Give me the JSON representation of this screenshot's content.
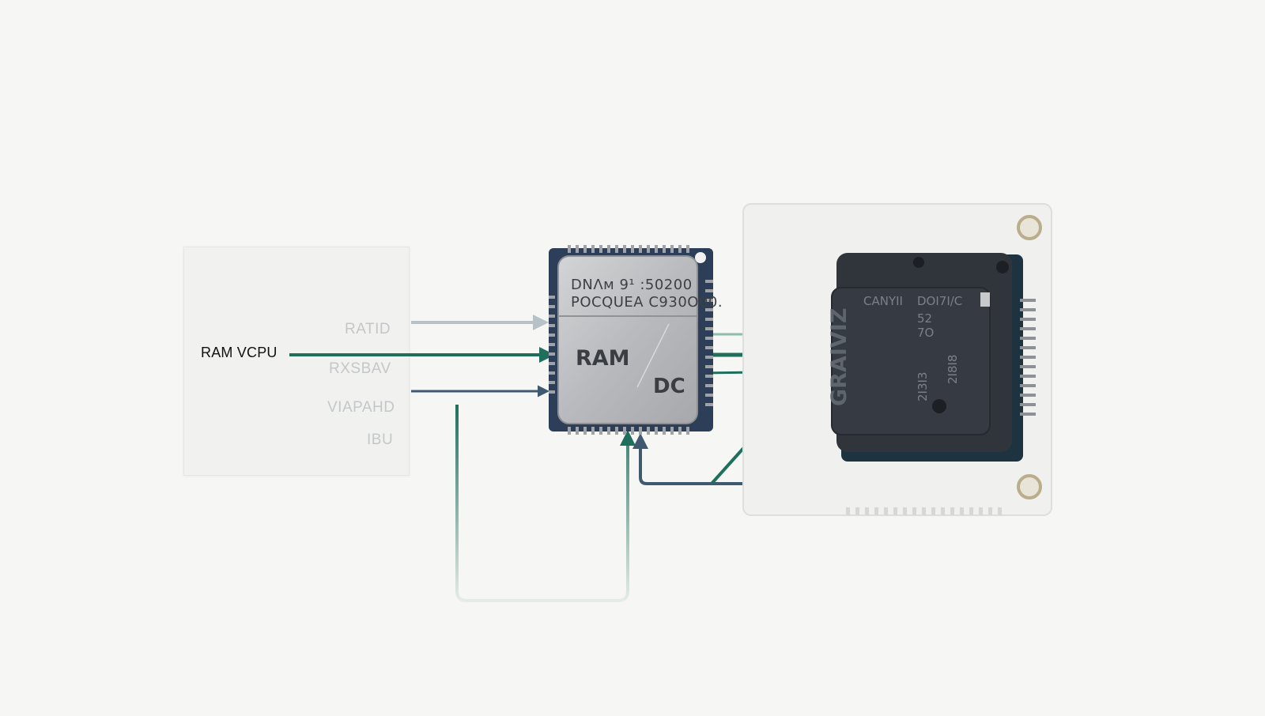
{
  "left_panel": {
    "main_label": "RAM VCPU",
    "labels": [
      "RATID",
      "RXSBAV",
      "VIAPAHD",
      "IBU"
    ]
  },
  "ram_chip": {
    "line1": "DNΛм 9¹ :50200",
    "line2": "POCQUEA C930O00.",
    "name": "RAM",
    "mark": "DC"
  },
  "module_chip": {
    "top_left": "CANYII",
    "top_right": "DOI7I/C",
    "vertical_label": "GRAIVIZ",
    "col_a": [
      "52",
      "7O"
    ],
    "col_b": "2I3I3",
    "col_c": "2I8I8"
  },
  "colors": {
    "wire_green": "#1f6f5c",
    "wire_slate": "#3f5a70",
    "wire_light": "#b7c1c8",
    "wire_pale_green": "#8fbbaa",
    "chip_pcb": "#2c3e58",
    "chip_metal": "#b9bbbe",
    "module_body": "#30353c"
  }
}
